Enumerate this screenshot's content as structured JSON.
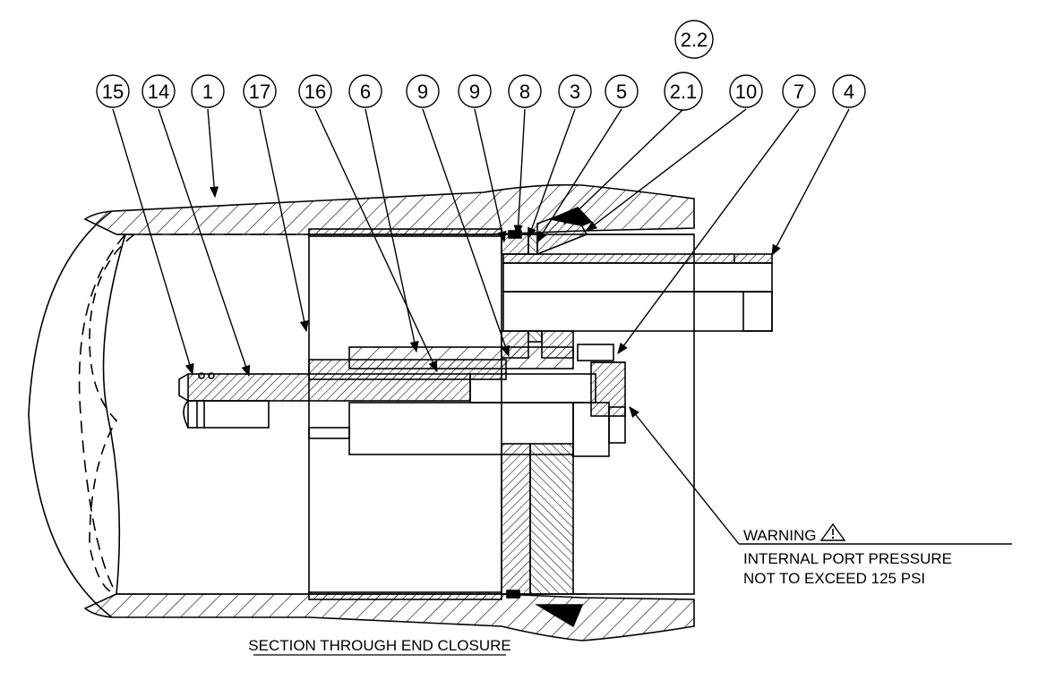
{
  "balloons": [
    "15",
    "14",
    "1",
    "17",
    "16",
    "6",
    "9",
    "9",
    "8",
    "3",
    "5",
    "2.1",
    "10",
    "7",
    "4",
    "2.2"
  ],
  "warning": {
    "title": "WARNING",
    "line1": "INTERNAL PORT PRESSURE",
    "line2": "NOT TO EXCEED 125 PSI",
    "icon": "warning-triangle-icon"
  },
  "caption": "SECTION THROUGH END CLOSURE",
  "colors": {
    "ink": "#000000",
    "paper": "#ffffff"
  }
}
